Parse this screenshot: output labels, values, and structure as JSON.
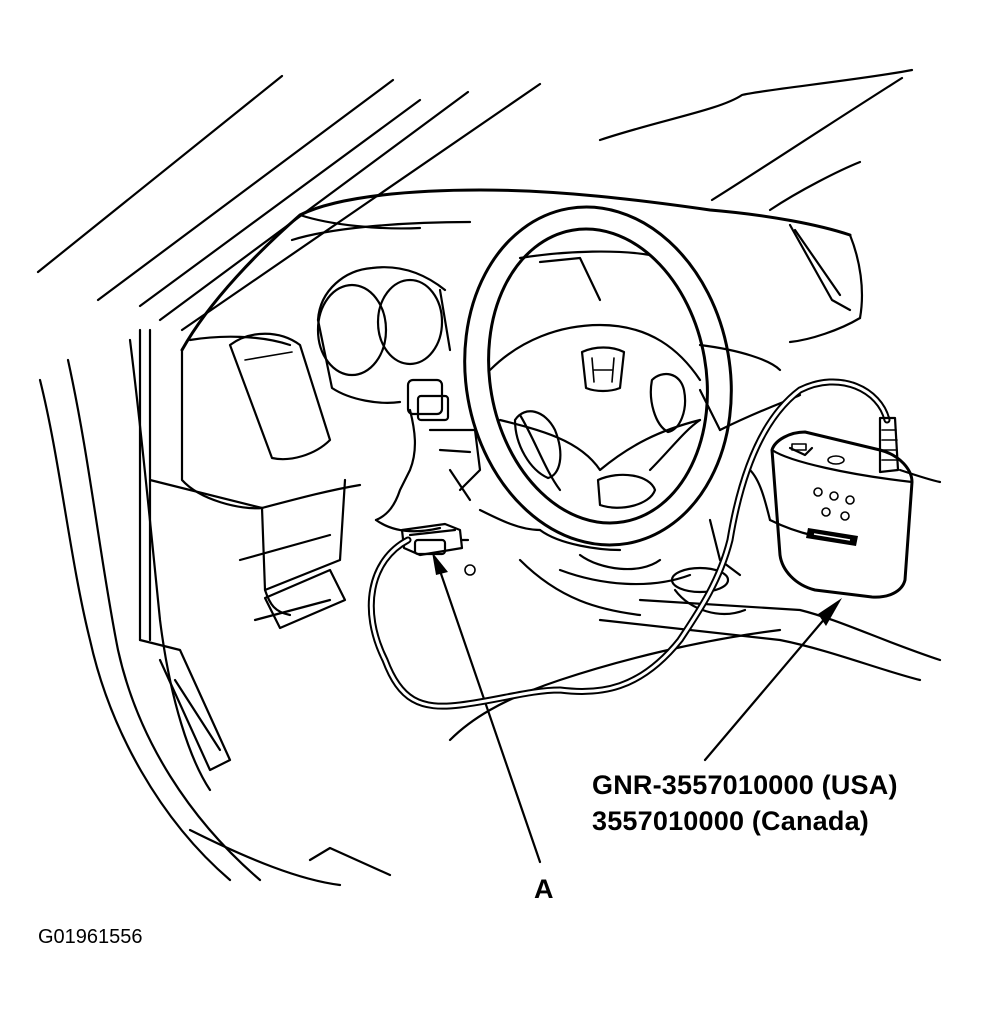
{
  "figure": {
    "callout": "A",
    "part_numbers": {
      "usa": "GNR-3557010000 (USA)",
      "canada": "3557010000 (Canada)"
    },
    "figure_code": "G01961556"
  },
  "icons": {
    "steering_logo": "honda-h-logo-icon",
    "tester_brand": "honda-badge-icon"
  },
  "colors": {
    "ink": "#000000",
    "paper": "#ffffff"
  }
}
